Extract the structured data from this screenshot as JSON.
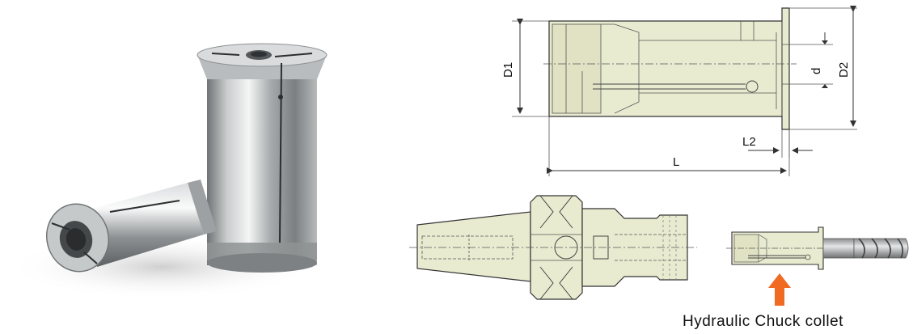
{
  "dimensions": {
    "d1": "D1",
    "d2": "D2",
    "d": "d",
    "l": "L",
    "l2": "L2"
  },
  "caption": "Hydraulic Chuck collet",
  "colors": {
    "part_fill": "#e9ebd0",
    "outline": "#333333",
    "arrow": "#f06a22",
    "steel": "#a9acae"
  }
}
